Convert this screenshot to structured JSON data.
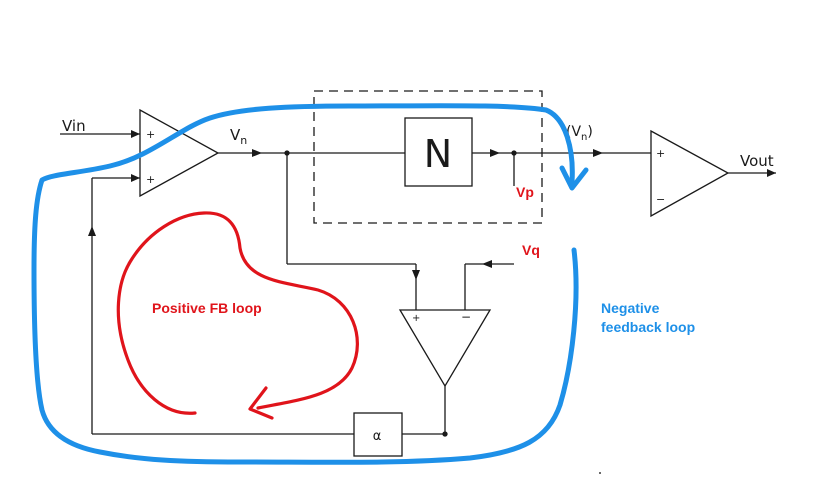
{
  "labels": {
    "vin": "Vin",
    "vn": "V",
    "vn_sub": "n",
    "n_block": "N",
    "n_out_prefix": "(V",
    "n_out_sub": "n",
    "n_out_suffix": ")",
    "vout": "Vout",
    "vp": "Vp",
    "vq": "Vq",
    "alpha": "α",
    "plus": "+",
    "minus": "−",
    "positive_loop": "Positive FB loop",
    "negative_loop_line1": "Negative",
    "negative_loop_line2": "feedback loop"
  },
  "colors": {
    "schematic": "#1a1a1a",
    "red": "#e0141b",
    "blue": "#1e90e8"
  }
}
